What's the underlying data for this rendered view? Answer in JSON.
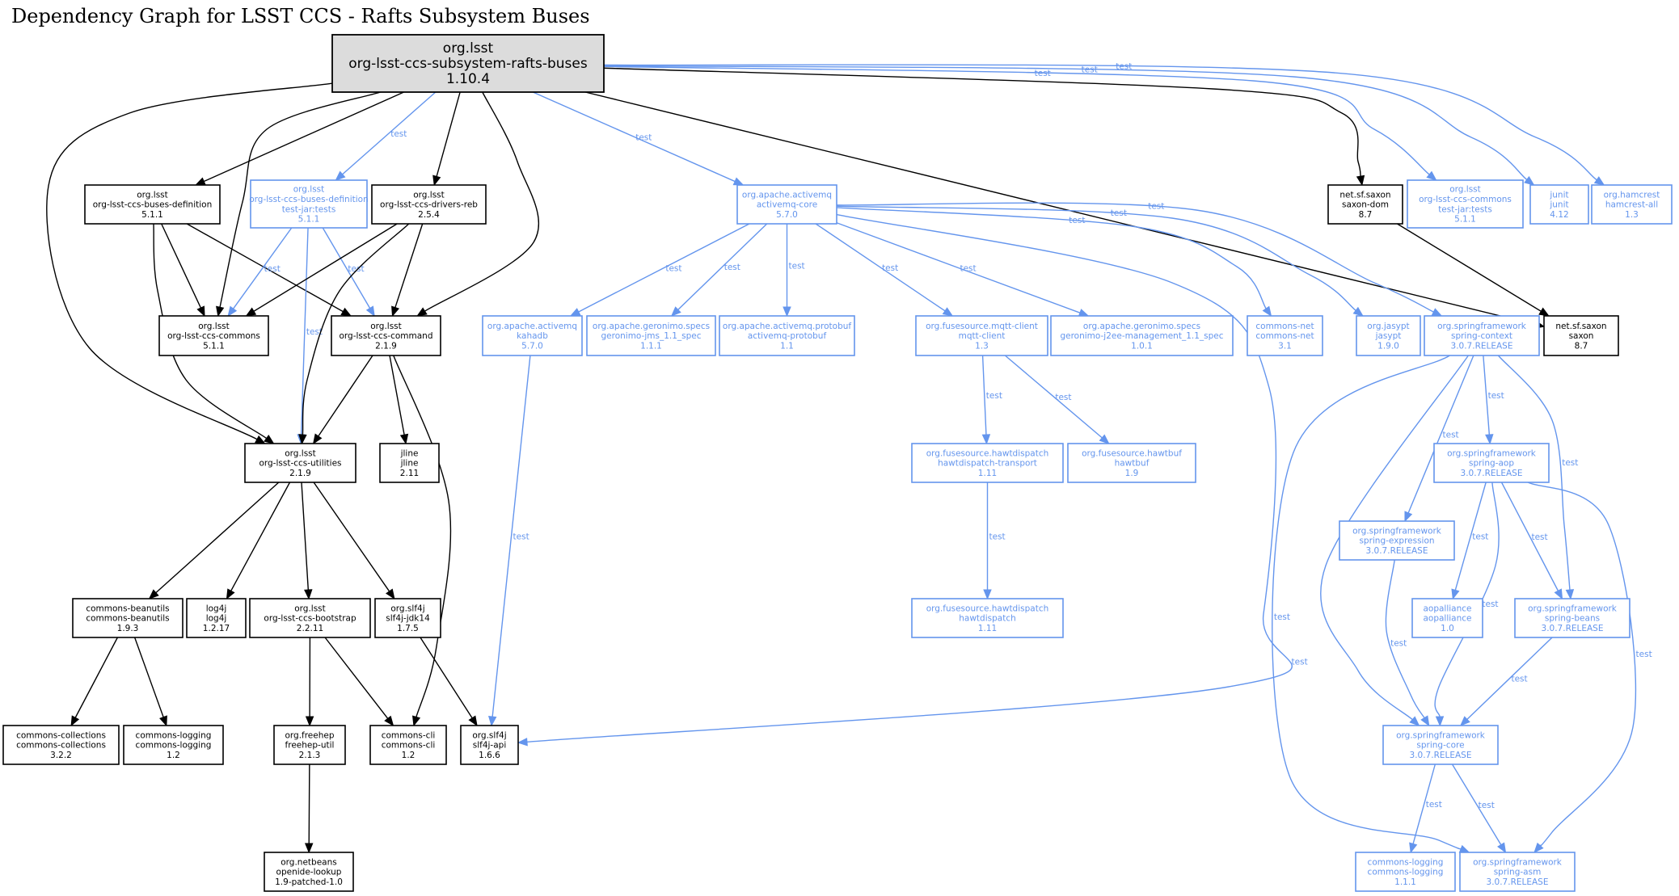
{
  "title": "Dependency Graph for LSST CCS - Rafts Subsystem Buses",
  "colors": {
    "compile": "#000000",
    "test": "#6495ED",
    "root_fill": "#dcdcdc"
  },
  "nodes": [
    {
      "id": "root",
      "scope": "root",
      "lines": [
        "org.lsst",
        "org-lsst-ccs-subsystem-rafts-buses",
        "1.10.4"
      ]
    },
    {
      "id": "buses-def",
      "scope": "compile",
      "lines": [
        "org.lsst",
        "org-lsst-ccs-buses-definition",
        "5.1.1"
      ]
    },
    {
      "id": "buses-def-tests",
      "scope": "test",
      "lines": [
        "org.lsst",
        "org-lsst-ccs-buses-definition",
        "test-jar:tests",
        "5.1.1"
      ]
    },
    {
      "id": "drivers-reb",
      "scope": "compile",
      "lines": [
        "org.lsst",
        "org-lsst-ccs-drivers-reb",
        "2.5.4"
      ]
    },
    {
      "id": "activemq-core",
      "scope": "test",
      "lines": [
        "org.apache.activemq",
        "activemq-core",
        "5.7.0"
      ]
    },
    {
      "id": "saxon-dom",
      "scope": "compile",
      "lines": [
        "net.sf.saxon",
        "saxon-dom",
        "8.7"
      ]
    },
    {
      "id": "commons-tests",
      "scope": "test",
      "lines": [
        "org.lsst",
        "org-lsst-ccs-commons",
        "test-jar:tests",
        "5.1.1"
      ]
    },
    {
      "id": "junit",
      "scope": "test",
      "lines": [
        "junit",
        "junit",
        "4.12"
      ]
    },
    {
      "id": "hamcrest",
      "scope": "test",
      "lines": [
        "org.hamcrest",
        "hamcrest-all",
        "1.3"
      ]
    },
    {
      "id": "ccs-commons",
      "scope": "compile",
      "lines": [
        "org.lsst",
        "org-lsst-ccs-commons",
        "5.1.1"
      ]
    },
    {
      "id": "ccs-command",
      "scope": "compile",
      "lines": [
        "org.lsst",
        "org-lsst-ccs-command",
        "2.1.9"
      ]
    },
    {
      "id": "kahadb",
      "scope": "test",
      "lines": [
        "org.apache.activemq",
        "kahadb",
        "5.7.0"
      ]
    },
    {
      "id": "geronimo-jms",
      "scope": "test",
      "lines": [
        "org.apache.geronimo.specs",
        "geronimo-jms_1.1_spec",
        "1.1.1"
      ]
    },
    {
      "id": "activemq-protobuf",
      "scope": "test",
      "lines": [
        "org.apache.activemq.protobuf",
        "activemq-protobuf",
        "1.1"
      ]
    },
    {
      "id": "mqtt-client",
      "scope": "test",
      "lines": [
        "org.fusesource.mqtt-client",
        "mqtt-client",
        "1.3"
      ]
    },
    {
      "id": "geronimo-j2ee",
      "scope": "test",
      "lines": [
        "org.apache.geronimo.specs",
        "geronimo-j2ee-management_1.1_spec",
        "1.0.1"
      ]
    },
    {
      "id": "commons-net",
      "scope": "test",
      "lines": [
        "commons-net",
        "commons-net",
        "3.1"
      ]
    },
    {
      "id": "jasypt",
      "scope": "test",
      "lines": [
        "org.jasypt",
        "jasypt",
        "1.9.0"
      ]
    },
    {
      "id": "spring-context",
      "scope": "test",
      "lines": [
        "org.springframework",
        "spring-context",
        "3.0.7.RELEASE"
      ]
    },
    {
      "id": "saxon",
      "scope": "compile",
      "lines": [
        "net.sf.saxon",
        "saxon",
        "8.7"
      ]
    },
    {
      "id": "ccs-utilities",
      "scope": "compile",
      "lines": [
        "org.lsst",
        "org-lsst-ccs-utilities",
        "2.1.9"
      ]
    },
    {
      "id": "jline",
      "scope": "compile",
      "lines": [
        "jline",
        "jline",
        "2.11"
      ]
    },
    {
      "id": "hawtdispatch-transport",
      "scope": "test",
      "lines": [
        "org.fusesource.hawtdispatch",
        "hawtdispatch-transport",
        "1.11"
      ]
    },
    {
      "id": "hawtbuf",
      "scope": "test",
      "lines": [
        "org.fusesource.hawtbuf",
        "hawtbuf",
        "1.9"
      ]
    },
    {
      "id": "spring-aop",
      "scope": "test",
      "lines": [
        "org.springframework",
        "spring-aop",
        "3.0.7.RELEASE"
      ]
    },
    {
      "id": "spring-expression",
      "scope": "test",
      "lines": [
        "org.springframework",
        "spring-expression",
        "3.0.7.RELEASE"
      ]
    },
    {
      "id": "beanutils",
      "scope": "compile",
      "lines": [
        "commons-beanutils",
        "commons-beanutils",
        "1.9.3"
      ]
    },
    {
      "id": "log4j",
      "scope": "compile",
      "lines": [
        "log4j",
        "log4j",
        "1.2.17"
      ]
    },
    {
      "id": "bootstrap",
      "scope": "compile",
      "lines": [
        "org.lsst",
        "org-lsst-ccs-bootstrap",
        "2.2.11"
      ]
    },
    {
      "id": "slf4j-jdk14",
      "scope": "compile",
      "lines": [
        "org.slf4j",
        "slf4j-jdk14",
        "1.7.5"
      ]
    },
    {
      "id": "hawtdispatch",
      "scope": "test",
      "lines": [
        "org.fusesource.hawtdispatch",
        "hawtdispatch",
        "1.11"
      ]
    },
    {
      "id": "aopalliance",
      "scope": "test",
      "lines": [
        "aopalliance",
        "aopalliance",
        "1.0"
      ]
    },
    {
      "id": "spring-beans",
      "scope": "test",
      "lines": [
        "org.springframework",
        "spring-beans",
        "3.0.7.RELEASE"
      ]
    },
    {
      "id": "collections",
      "scope": "compile",
      "lines": [
        "commons-collections",
        "commons-collections",
        "3.2.2"
      ]
    },
    {
      "id": "logging-12",
      "scope": "compile",
      "lines": [
        "commons-logging",
        "commons-logging",
        "1.2"
      ]
    },
    {
      "id": "freehep",
      "scope": "compile",
      "lines": [
        "org.freehep",
        "freehep-util",
        "2.1.3"
      ]
    },
    {
      "id": "commons-cli",
      "scope": "compile",
      "lines": [
        "commons-cli",
        "commons-cli",
        "1.2"
      ]
    },
    {
      "id": "slf4j-api",
      "scope": "compile",
      "lines": [
        "org.slf4j",
        "slf4j-api",
        "1.6.6"
      ]
    },
    {
      "id": "spring-core",
      "scope": "test",
      "lines": [
        "org.springframework",
        "spring-core",
        "3.0.7.RELEASE"
      ]
    },
    {
      "id": "openide",
      "scope": "compile",
      "lines": [
        "org.netbeans",
        "openide-lookup",
        "1.9-patched-1.0"
      ]
    },
    {
      "id": "logging-111",
      "scope": "test",
      "lines": [
        "commons-logging",
        "commons-logging",
        "1.1.1"
      ]
    },
    {
      "id": "spring-asm",
      "scope": "test",
      "lines": [
        "org.springframework",
        "spring-asm",
        "3.0.7.RELEASE"
      ]
    }
  ],
  "edges": [
    {
      "from": "root",
      "to": "buses-def",
      "scope": "compile",
      "label": ""
    },
    {
      "from": "root",
      "to": "buses-def-tests",
      "scope": "test",
      "label": "test"
    },
    {
      "from": "root",
      "to": "drivers-reb",
      "scope": "compile",
      "label": ""
    },
    {
      "from": "root",
      "to": "activemq-core",
      "scope": "test",
      "label": "test"
    },
    {
      "from": "root",
      "to": "saxon-dom",
      "scope": "compile",
      "label": ""
    },
    {
      "from": "root",
      "to": "commons-tests",
      "scope": "test",
      "label": "test"
    },
    {
      "from": "root",
      "to": "junit",
      "scope": "test",
      "label": "test"
    },
    {
      "from": "root",
      "to": "hamcrest",
      "scope": "test",
      "label": "test"
    },
    {
      "from": "root",
      "to": "ccs-commons",
      "scope": "compile",
      "label": ""
    },
    {
      "from": "root",
      "to": "ccs-command",
      "scope": "compile",
      "label": ""
    },
    {
      "from": "root",
      "to": "ccs-utilities",
      "scope": "compile",
      "label": ""
    },
    {
      "from": "root",
      "to": "saxon",
      "scope": "compile",
      "label": ""
    },
    {
      "from": "buses-def",
      "to": "ccs-commons",
      "scope": "compile",
      "label": ""
    },
    {
      "from": "buses-def",
      "to": "ccs-command",
      "scope": "compile",
      "label": ""
    },
    {
      "from": "buses-def",
      "to": "ccs-utilities",
      "scope": "compile",
      "label": ""
    },
    {
      "from": "buses-def-tests",
      "to": "ccs-commons",
      "scope": "test",
      "label": "test"
    },
    {
      "from": "buses-def-tests",
      "to": "ccs-command",
      "scope": "test",
      "label": "test"
    },
    {
      "from": "buses-def-tests",
      "to": "ccs-utilities",
      "scope": "test",
      "label": "test"
    },
    {
      "from": "drivers-reb",
      "to": "ccs-commons",
      "scope": "compile",
      "label": ""
    },
    {
      "from": "drivers-reb",
      "to": "ccs-command",
      "scope": "compile",
      "label": ""
    },
    {
      "from": "drivers-reb",
      "to": "ccs-utilities",
      "scope": "compile",
      "label": ""
    },
    {
      "from": "ccs-command",
      "to": "ccs-utilities",
      "scope": "compile",
      "label": ""
    },
    {
      "from": "ccs-command",
      "to": "jline",
      "scope": "compile",
      "label": ""
    },
    {
      "from": "ccs-command",
      "to": "commons-cli",
      "scope": "compile",
      "label": ""
    },
    {
      "from": "ccs-utilities",
      "to": "beanutils",
      "scope": "compile",
      "label": ""
    },
    {
      "from": "ccs-utilities",
      "to": "log4j",
      "scope": "compile",
      "label": ""
    },
    {
      "from": "ccs-utilities",
      "to": "bootstrap",
      "scope": "compile",
      "label": ""
    },
    {
      "from": "ccs-utilities",
      "to": "slf4j-jdk14",
      "scope": "compile",
      "label": ""
    },
    {
      "from": "beanutils",
      "to": "collections",
      "scope": "compile",
      "label": ""
    },
    {
      "from": "beanutils",
      "to": "logging-12",
      "scope": "compile",
      "label": ""
    },
    {
      "from": "bootstrap",
      "to": "freehep",
      "scope": "compile",
      "label": ""
    },
    {
      "from": "bootstrap",
      "to": "commons-cli",
      "scope": "compile",
      "label": ""
    },
    {
      "from": "slf4j-jdk14",
      "to": "slf4j-api",
      "scope": "compile",
      "label": ""
    },
    {
      "from": "freehep",
      "to": "openide",
      "scope": "compile",
      "label": ""
    },
    {
      "from": "saxon-dom",
      "to": "saxon",
      "scope": "compile",
      "label": ""
    },
    {
      "from": "activemq-core",
      "to": "kahadb",
      "scope": "test",
      "label": "test"
    },
    {
      "from": "activemq-core",
      "to": "geronimo-jms",
      "scope": "test",
      "label": "test"
    },
    {
      "from": "activemq-core",
      "to": "activemq-protobuf",
      "scope": "test",
      "label": "test"
    },
    {
      "from": "activemq-core",
      "to": "mqtt-client",
      "scope": "test",
      "label": "test"
    },
    {
      "from": "activemq-core",
      "to": "geronimo-j2ee",
      "scope": "test",
      "label": "test"
    },
    {
      "from": "activemq-core",
      "to": "commons-net",
      "scope": "test",
      "label": "test"
    },
    {
      "from": "activemq-core",
      "to": "jasypt",
      "scope": "test",
      "label": "test"
    },
    {
      "from": "activemq-core",
      "to": "spring-context",
      "scope": "test",
      "label": "test"
    },
    {
      "from": "activemq-core",
      "to": "slf4j-api",
      "scope": "test",
      "label": "test"
    },
    {
      "from": "kahadb",
      "to": "slf4j-api",
      "scope": "test",
      "label": "test"
    },
    {
      "from": "mqtt-client",
      "to": "hawtdispatch-transport",
      "scope": "test",
      "label": "test"
    },
    {
      "from": "mqtt-client",
      "to": "hawtbuf",
      "scope": "test",
      "label": "test"
    },
    {
      "from": "hawtdispatch-transport",
      "to": "hawtdispatch",
      "scope": "test",
      "label": "test"
    },
    {
      "from": "spring-context",
      "to": "spring-aop",
      "scope": "test",
      "label": "test"
    },
    {
      "from": "spring-context",
      "to": "spring-expression",
      "scope": "test",
      "label": "test"
    },
    {
      "from": "spring-context",
      "to": "spring-beans",
      "scope": "test",
      "label": "test"
    },
    {
      "from": "spring-context",
      "to": "spring-core",
      "scope": "test",
      "label": "test"
    },
    {
      "from": "spring-context",
      "to": "spring-asm",
      "scope": "test",
      "label": "test"
    },
    {
      "from": "spring-aop",
      "to": "aopalliance",
      "scope": "test",
      "label": "test"
    },
    {
      "from": "spring-aop",
      "to": "spring-beans",
      "scope": "test",
      "label": "test"
    },
    {
      "from": "spring-aop",
      "to": "spring-core",
      "scope": "test",
      "label": "test"
    },
    {
      "from": "spring-aop",
      "to": "spring-asm",
      "scope": "test",
      "label": "test"
    },
    {
      "from": "spring-expression",
      "to": "spring-core",
      "scope": "test",
      "label": "test"
    },
    {
      "from": "spring-beans",
      "to": "spring-core",
      "scope": "test",
      "label": "test"
    },
    {
      "from": "spring-core",
      "to": "logging-111",
      "scope": "test",
      "label": "test"
    },
    {
      "from": "spring-core",
      "to": "spring-asm",
      "scope": "test",
      "label": "test"
    }
  ]
}
